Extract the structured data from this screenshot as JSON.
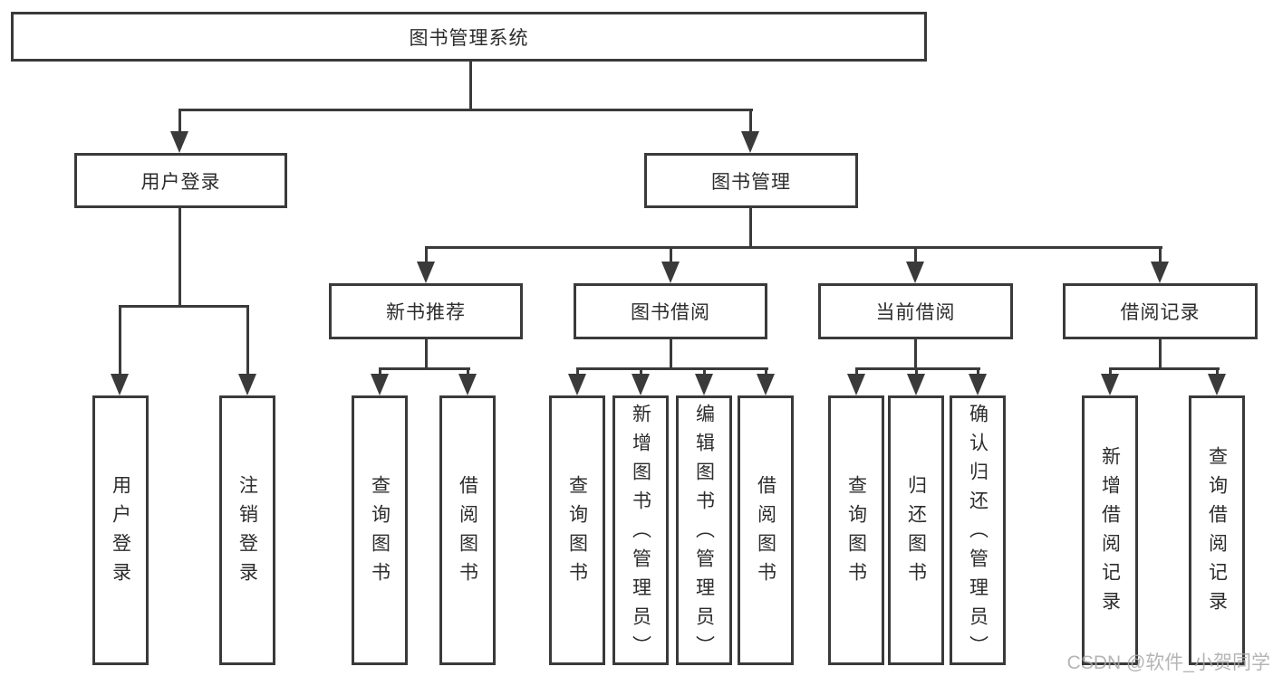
{
  "diagram_title": "图书管理系统",
  "colors": {
    "line": "#3a3a3a",
    "text": "#2d2d2d",
    "background": "#ffffff",
    "watermark": "#a8a8a8"
  },
  "watermark": "CSDN @软件_小贺同学",
  "nodes": {
    "root": "图书管理系统",
    "level2": [
      "用户登录",
      "图书管理"
    ],
    "level3": [
      "新书推荐",
      "图书借阅",
      "当前借阅",
      "借阅记录"
    ],
    "leaves_user_login": [
      "用户登录",
      "注销登录"
    ],
    "leaves_new_book": [
      "查询图书",
      "借阅图书"
    ],
    "leaves_book_borrow": [
      "查询图书",
      "新增图书（管理员）",
      "编辑图书（管理员）",
      "借阅图书"
    ],
    "leaves_current_borrow": [
      "查询图书",
      "归还图书",
      "确认归还（管理员）"
    ],
    "leaves_borrow_record": [
      "新增借阅记录",
      "查询借阅记录"
    ]
  }
}
